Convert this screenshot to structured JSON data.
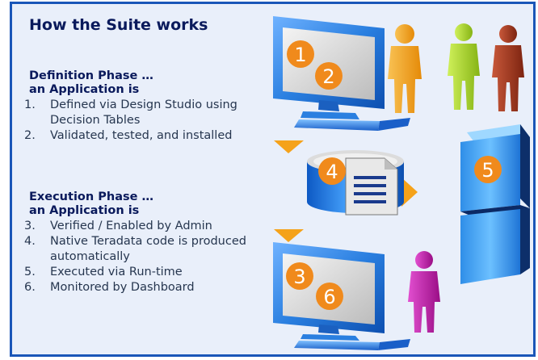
{
  "title": "How the Suite works",
  "definition_phase": {
    "heading_line1": "Definition Phase …",
    "heading_line2": "an Application is",
    "items": [
      {
        "num": "1.",
        "text": "Defined via Design Studio using Decision Tables"
      },
      {
        "num": "2.",
        "text": "Validated, tested, and installed"
      }
    ]
  },
  "execution_phase": {
    "heading_line1": "Execution Phase …",
    "heading_line2": "an Application is",
    "items": [
      {
        "num": "3.",
        "text": "Verified / Enabled by Admin"
      },
      {
        "num": "4.",
        "text": "Native Teradata code is produced automatically"
      },
      {
        "num": "5.",
        "text": "Executed via Run-time"
      },
      {
        "num": "6.",
        "text": "Monitored by Dashboard"
      }
    ]
  },
  "diagram": {
    "badges": {
      "b1": "1",
      "b2": "2",
      "b3": "3",
      "b4": "4",
      "b5": "5",
      "b6": "6"
    },
    "icons": [
      "computer-monitor-icon",
      "database-document-icon",
      "server-tower-icon",
      "person-icon",
      "arrow-down-icon",
      "arrow-right-icon"
    ],
    "colors": {
      "panel_bg": "#e9effa",
      "panel_border": "#1a56b8",
      "badge": "#f08a1c",
      "arrow": "#f5a21a",
      "monitor_blue": "#2a7fe0",
      "server_blue": "#2f8ee8",
      "person_orange": "#f6a21e",
      "person_lime": "#a8d424",
      "person_brown": "#a83a1e",
      "person_magenta": "#c21aa8"
    }
  }
}
